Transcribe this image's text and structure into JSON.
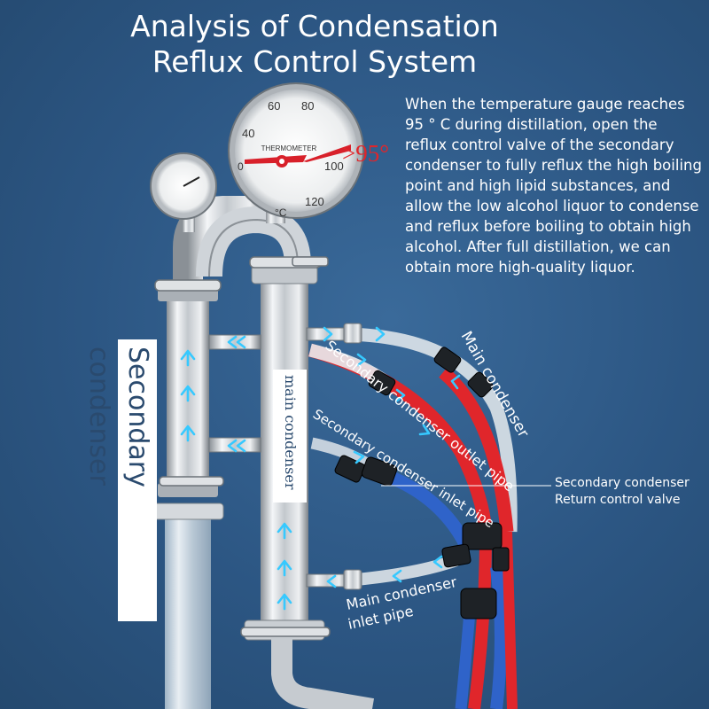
{
  "title": {
    "line1": "Analysis of Condensation",
    "line2": "Reflux Control System"
  },
  "description": "When the temperature gauge reaches 95 ° C during distillation, open the reflux control valve of the secondary condenser to fully reflux the high boiling point and high lipid substances, and allow the low alcohol liquor to condense and reflux before boiling to obtain high alcohol. After full distillation, we can obtain more high-quality liquor.",
  "thermometer": {
    "label": "THERMOMETER",
    "unit": "°C",
    "ticks": [
      "0",
      "40",
      "60",
      "80",
      "100",
      "120"
    ],
    "reading_marker": ">95°",
    "reading_value": 95
  },
  "labels": {
    "secondary_condenser": "Secondary condenser",
    "main_condenser_vertical": "main condenser",
    "main_condenser_arc": "Main condenser",
    "secondary_outlet_pipe": "Secondary condenser outlet pipe",
    "secondary_inlet_pipe": "Secondary condenser inlet pipe",
    "main_inlet_pipe_line1": "Main condenser",
    "main_inlet_pipe_line2": "inlet pipe"
  },
  "callout": {
    "line1": "Secondary condenser",
    "line2": "Return control valve"
  },
  "colors": {
    "background": "#2c5683",
    "steel": "#c9ced4",
    "red_tube": "#e0262b",
    "blue_tube": "#2f63c9",
    "flow_arrow": "#36c9ff",
    "gauge_needle": "#d8202a"
  }
}
